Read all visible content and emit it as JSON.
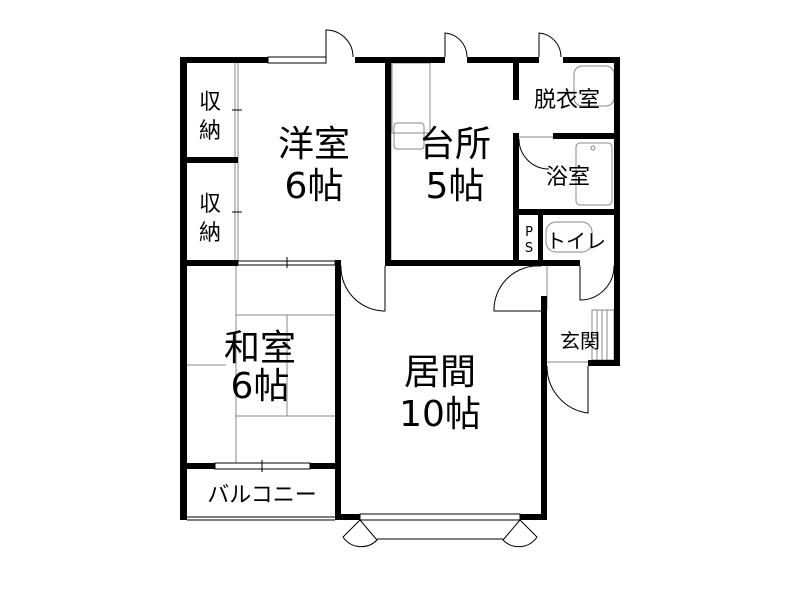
{
  "rooms": {
    "western_room": {
      "name": "洋室",
      "size": "6帖"
    },
    "kitchen": {
      "name": "台所",
      "size": "5帖"
    },
    "dressing_room": {
      "name": "脱衣室"
    },
    "bathroom": {
      "name": "浴室"
    },
    "pipe_space": {
      "line1": "P",
      "line2": "S"
    },
    "toilet": {
      "name": "トイレ"
    },
    "storage_upper": {
      "line1": "収",
      "line2": "納"
    },
    "storage_lower": {
      "line1": "収",
      "line2": "納"
    },
    "japanese_room": {
      "name": "和室",
      "size": "6帖"
    },
    "living_room": {
      "name": "居間",
      "size": "10帖"
    },
    "entrance": {
      "name": "玄関"
    },
    "balcony": {
      "name": "バルコニー"
    }
  }
}
